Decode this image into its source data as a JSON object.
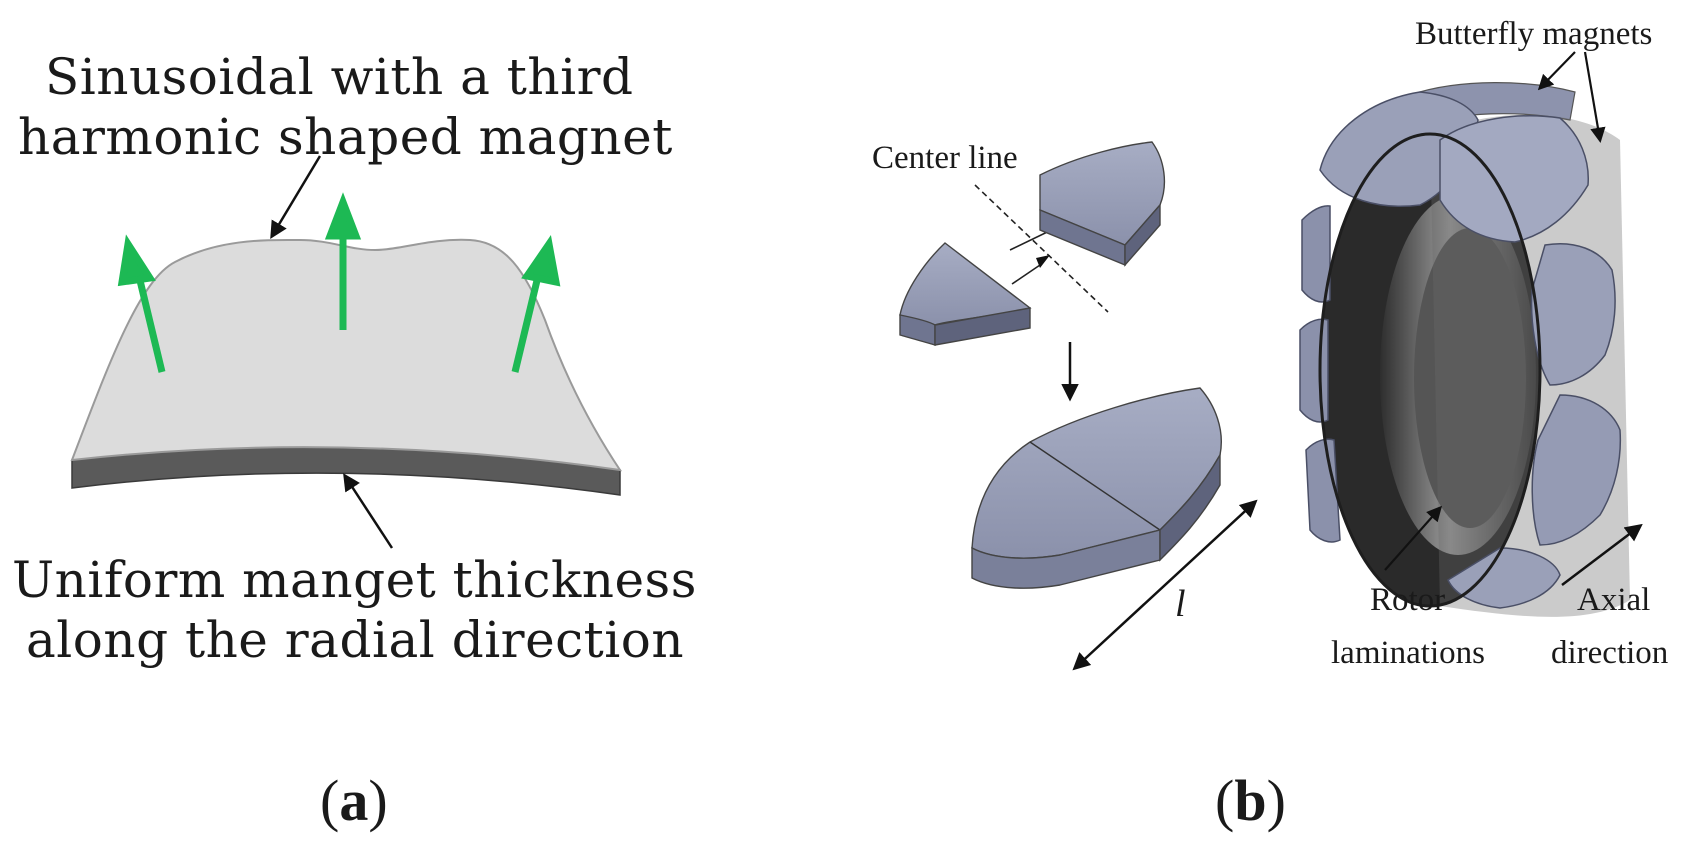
{
  "panel_a": {
    "top_label_line1": "Sinusoidal with a third",
    "top_label_line2": "harmonic shaped magnet",
    "bottom_label_line1": "Uniform manget thickness",
    "bottom_label_line2": "along the radial direction",
    "caption_open": "(",
    "caption_letter": "a",
    "caption_close": ")",
    "magnet_face_color": "#dcdcdc",
    "magnet_side_color": "#5a5a5a",
    "arrow_color": "#1db954"
  },
  "panel_b": {
    "center_line_label": "Center line",
    "butterfly_label": "Butterfly magnets",
    "length_symbol": "l",
    "rotor_label_line1": "Rotor",
    "rotor_label_line2": "laminations",
    "axial_label_line1": "Axial",
    "axial_label_line2": "direction",
    "caption_open": "(",
    "caption_letter": "b",
    "caption_close": ")",
    "magnet_color": "#9aa0b8",
    "rotor_color": "#2a2a2a"
  }
}
